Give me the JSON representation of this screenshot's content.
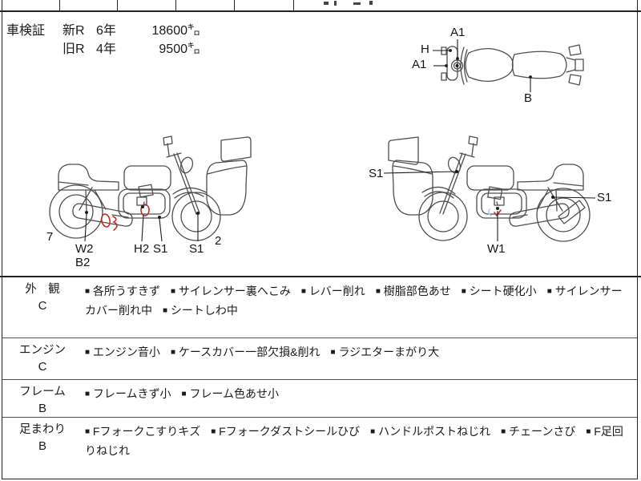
{
  "vehicle_inspection": {
    "label": "車検証",
    "rows": [
      {
        "period": "新R",
        "years": "6年",
        "distance": "18600㌔"
      },
      {
        "period": "旧R",
        "years": "4年",
        "distance": "9500㌔"
      }
    ]
  },
  "labels": {
    "top_view": [
      {
        "t": "A1"
      },
      {
        "t": "H"
      },
      {
        "t": "A1"
      },
      {
        "t": "B"
      }
    ],
    "left_bike": [
      {
        "t": "7"
      },
      {
        "t": "W2"
      },
      {
        "t": "B2"
      },
      {
        "t": "H2"
      },
      {
        "t": "S1"
      },
      {
        "t": "S1"
      },
      {
        "t": "2"
      }
    ],
    "right_bike": [
      {
        "t": "S1"
      },
      {
        "t": "S1"
      },
      {
        "t": "W1"
      }
    ]
  },
  "condition_table": {
    "bullet": "■",
    "rows": [
      {
        "category": "外　観",
        "grade": "C",
        "items": [
          "各所うすきず",
          "サイレンサー裏へこみ",
          "レバー削れ",
          "樹脂部色あせ",
          "シート硬化小",
          "サイレンサーカバー削れ中",
          "シートしわ中"
        ]
      },
      {
        "category": "エンジン",
        "grade": "C",
        "items": [
          "エンジン音小",
          "ケースカバー一部欠損&削れ",
          "ラジエターまがり大"
        ]
      },
      {
        "category": "フレーム",
        "grade": "B",
        "items": [
          "フレームきず小",
          "フレーム色あせ小"
        ]
      },
      {
        "category": "足まわり",
        "grade": "B",
        "items": [
          "Fフォークこすりキズ",
          "Fフォークダストシールひび",
          "ハンドルポストねじれ",
          "チェーンさび",
          "F足回りねじれ"
        ]
      }
    ]
  },
  "colors": {
    "line": "#4f4f4f",
    "mark_red": "#c23127",
    "mark_blue": "#a9d3e8"
  }
}
